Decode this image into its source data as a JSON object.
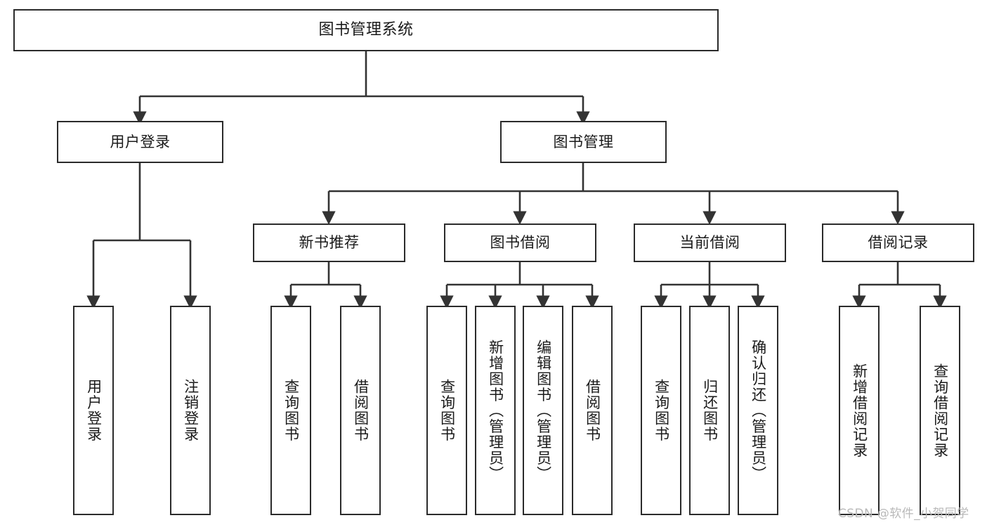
{
  "diagram": {
    "title": "图书管理系统",
    "type": "hierarchy-tree",
    "watermark": "CSDN @软件_小贺同学",
    "colors": {
      "background": "#ffffff",
      "border": "#2b2b2b",
      "connector": "#333333",
      "text": "#1a1a1a",
      "watermark": "#b9b9b9"
    },
    "nodes": {
      "root": {
        "label": "图书管理系统"
      },
      "level1": [
        {
          "label": "用户登录"
        },
        {
          "label": "图书管理"
        }
      ],
      "level2": [
        {
          "label": "新书推荐"
        },
        {
          "label": "图书借阅"
        },
        {
          "label": "当前借阅"
        },
        {
          "label": "借阅记录"
        }
      ],
      "leaves": {
        "user_login": [
          {
            "label": "用户登录"
          },
          {
            "label": "注销登录"
          }
        ],
        "new_book_recommend": [
          {
            "label": "查询图书"
          },
          {
            "label": "借阅图书"
          }
        ],
        "book_borrow": [
          {
            "label": "查询图书"
          },
          {
            "label": "新增图书（管理员）"
          },
          {
            "label": "编辑图书（管理员）"
          },
          {
            "label": "借阅图书"
          }
        ],
        "current_borrow": [
          {
            "label": "查询图书"
          },
          {
            "label": "归还图书"
          },
          {
            "label": "确认归还（管理员）"
          }
        ],
        "borrow_record": [
          {
            "label": "新增借阅记录"
          },
          {
            "label": "查询借阅记录"
          }
        ]
      }
    }
  }
}
